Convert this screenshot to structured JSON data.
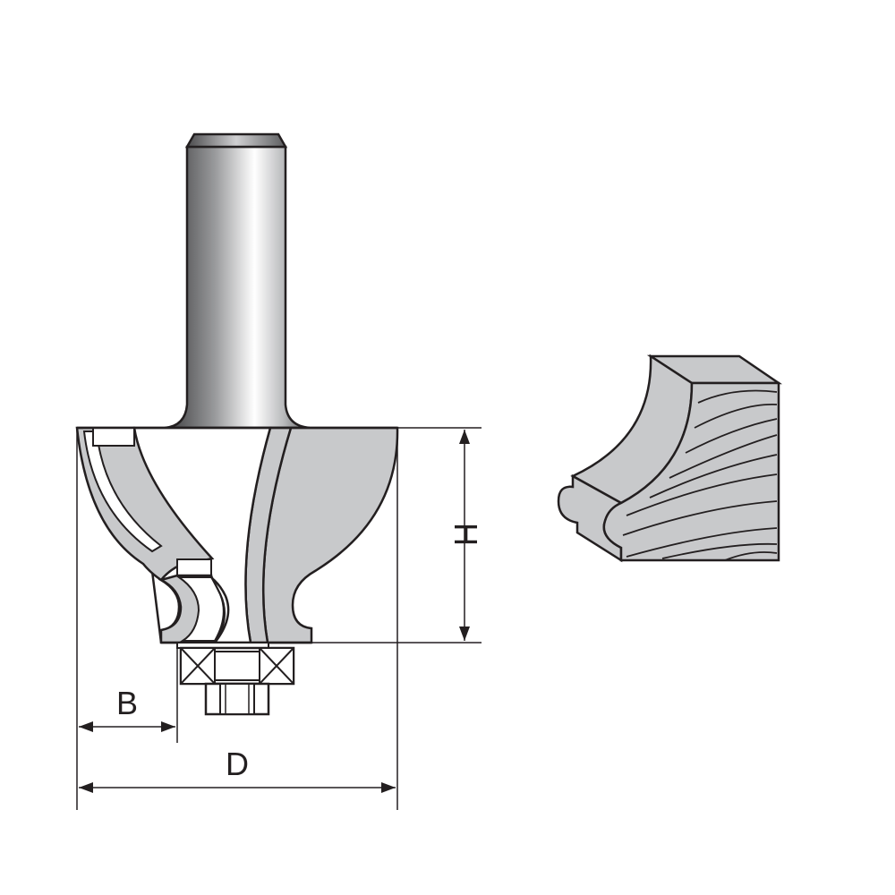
{
  "dimensions": {
    "h_label": "H",
    "b_label": "B",
    "d_label": "D"
  },
  "colors": {
    "outline": "#231f20",
    "body_fill": "#c8c9cb",
    "highlight": "#ffffff"
  }
}
